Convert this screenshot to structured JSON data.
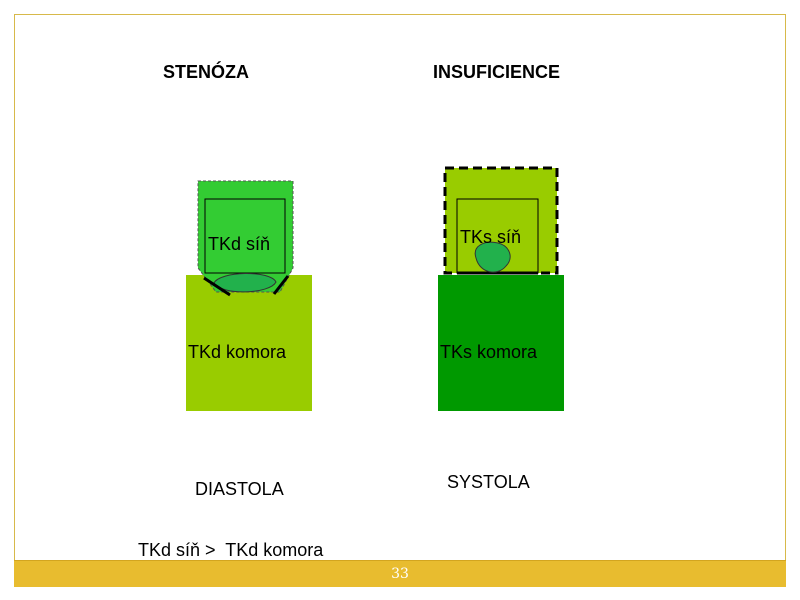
{
  "headings": {
    "left": "STENÓZA",
    "right": "INSUFICIENCE"
  },
  "left_diagram": {
    "atrium_label": "TKd síň",
    "ventricle_label": "TKd komora"
  },
  "right_diagram": {
    "atrium_label": "TKs síň",
    "ventricle_label": "TKs komora"
  },
  "phases": {
    "left": "DIASTOLA",
    "right": "SYSTOLA"
  },
  "relation": "TKd síň >  TKd komora",
  "page_number": "33",
  "colors": {
    "light_green": "#99cc00",
    "mid_green": "#33cc33",
    "dark_green": "#009900",
    "valve_green": "#22b14c",
    "footer": "#e8bc2f"
  }
}
